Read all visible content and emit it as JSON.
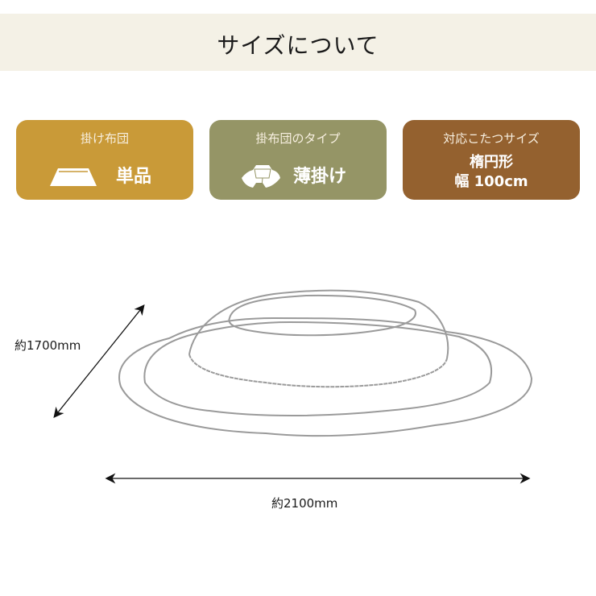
{
  "header": {
    "title": "サイズについて",
    "background": "#f4f1e6"
  },
  "cards": [
    {
      "label": "掛け布団",
      "value": "単品",
      "icon": "tabletop-futon-icon",
      "color": "#c99a38"
    },
    {
      "label": "掛布団のタイプ",
      "value": "薄掛け",
      "icon": "thin-futon-icon",
      "color": "#959566"
    },
    {
      "label": "対応こたつサイズ",
      "value_line1": "楕円形",
      "value_line2": "幅 100cm",
      "color": "#94612f"
    }
  ],
  "dimensions": {
    "depth_label": "約1700mm",
    "width_label": "約2100mm"
  },
  "illustration": {
    "name": "oval-kotatsu-futon-outline",
    "stroke": "#9a9a9a"
  }
}
